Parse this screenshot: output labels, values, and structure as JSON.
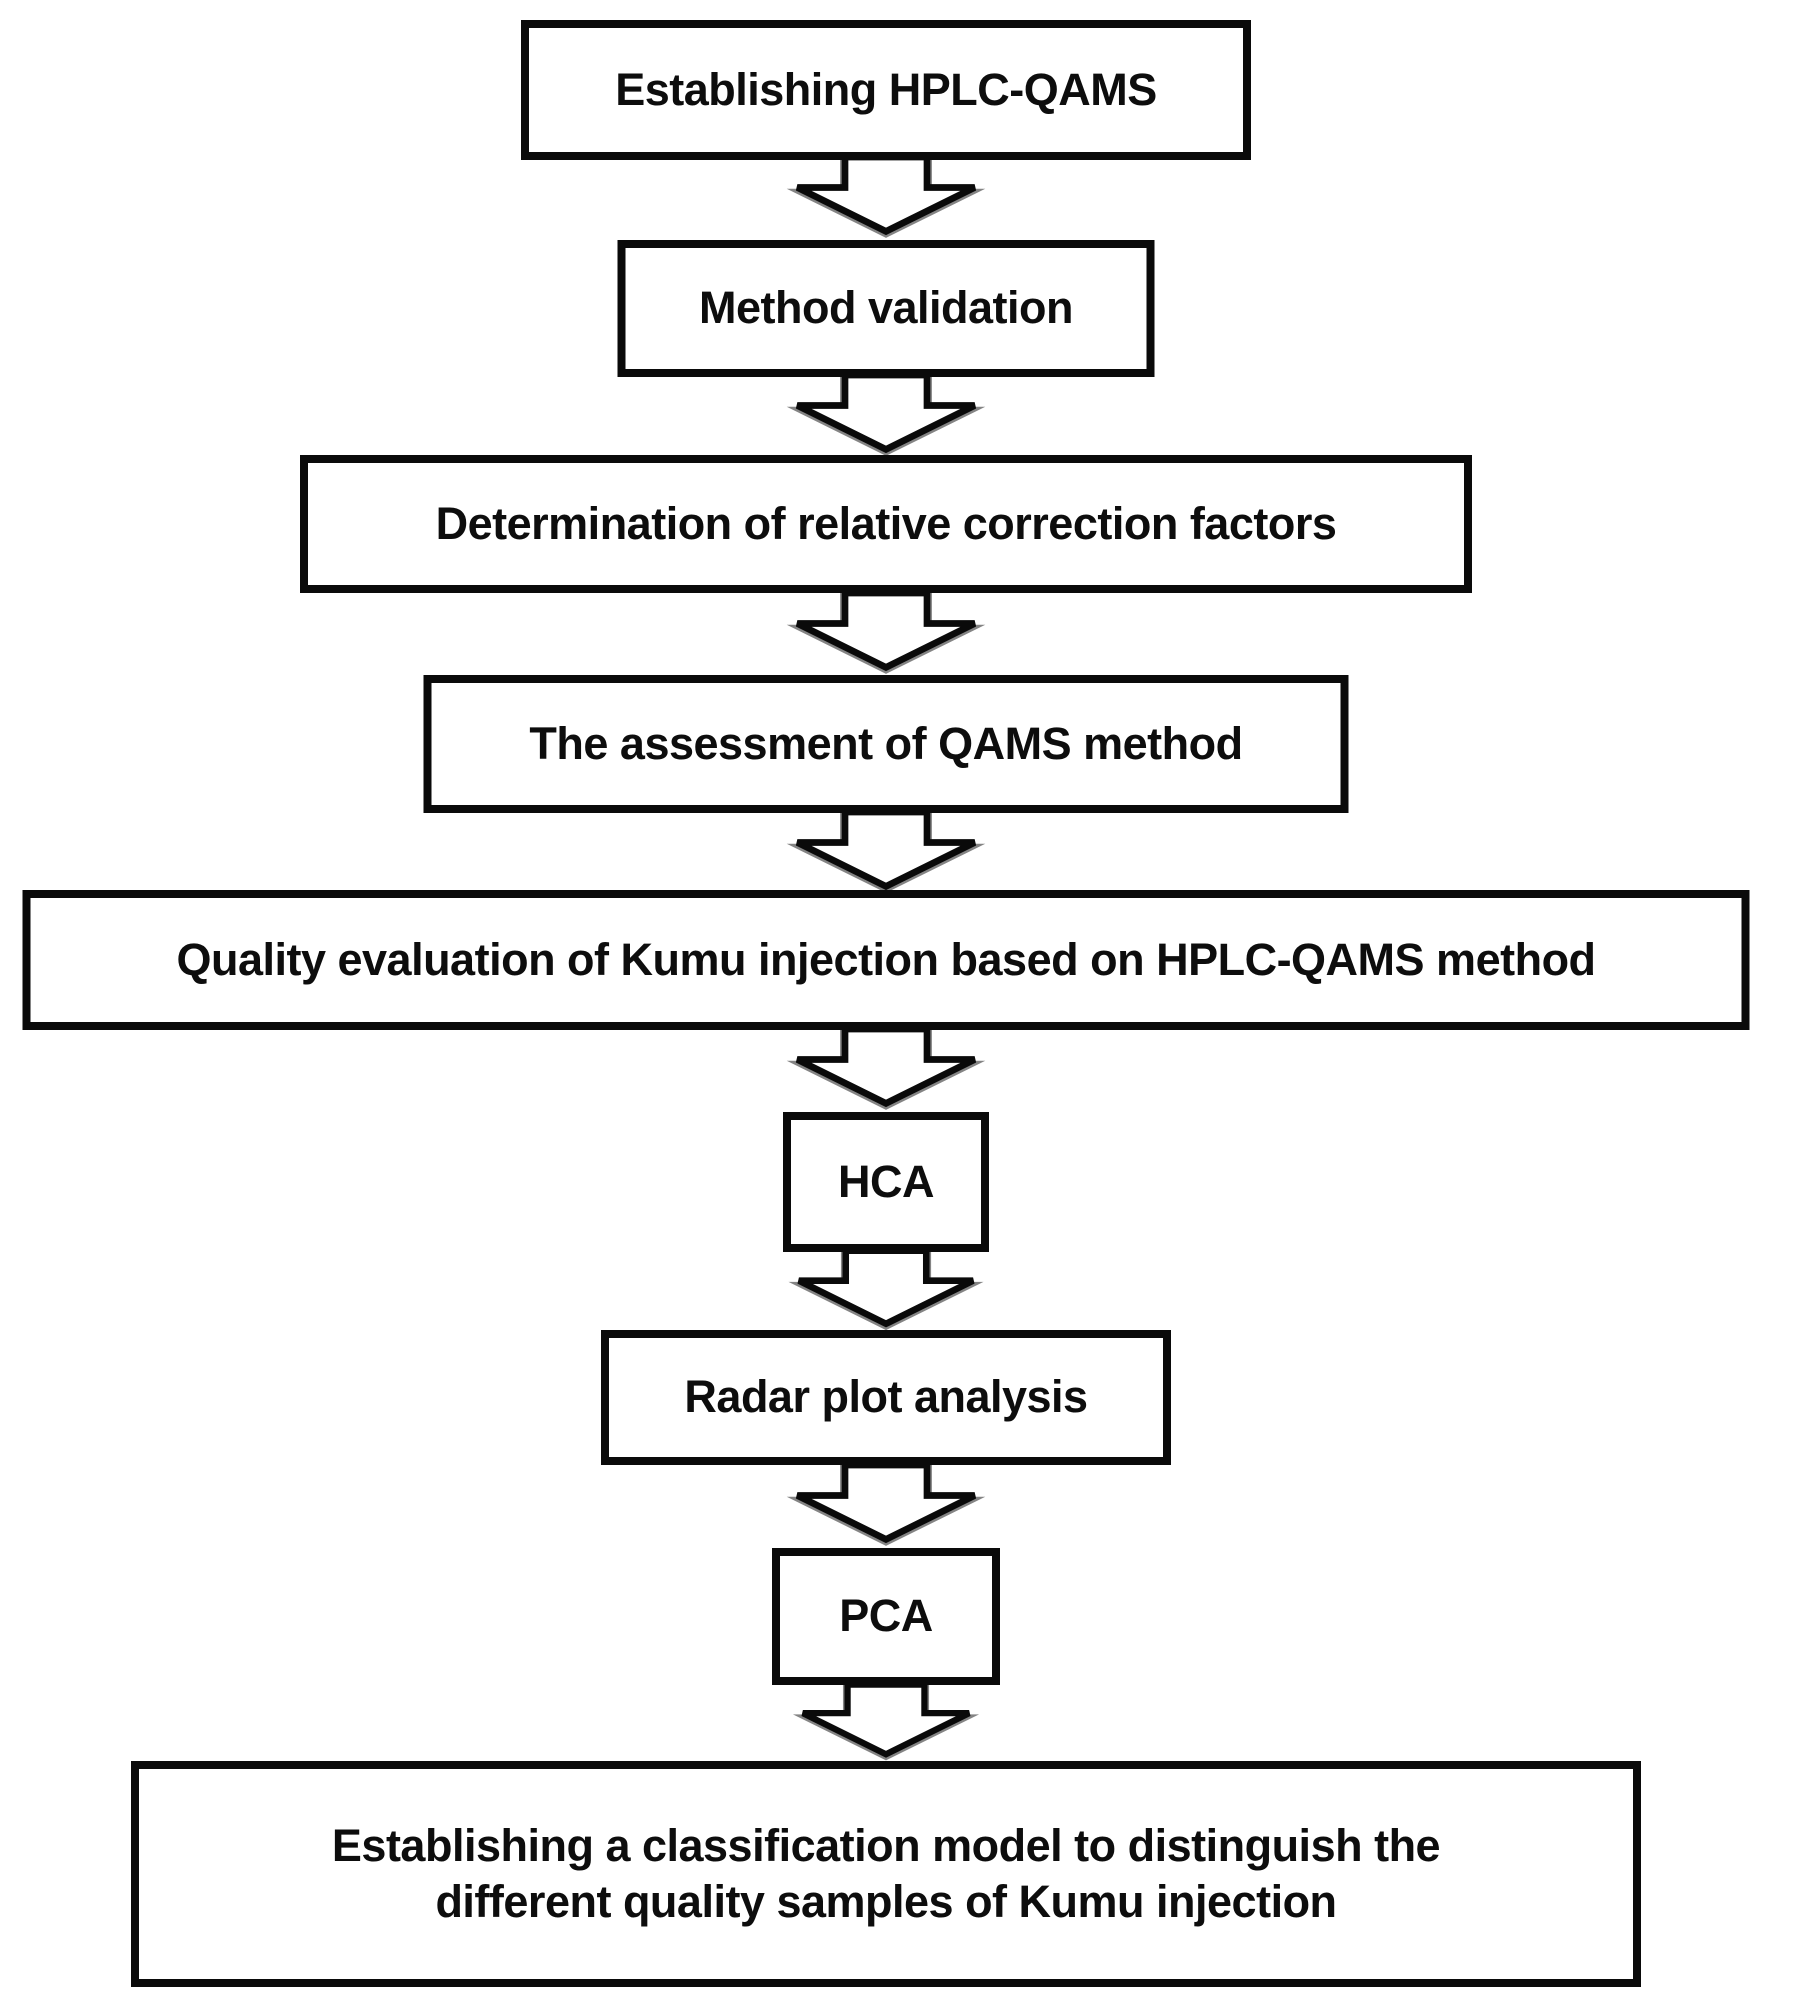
{
  "figure": {
    "type": "flowchart",
    "background_color": "#ffffff",
    "box_fill": "#ffffff",
    "box_border_color": "#0a0a0a",
    "text_color": "#0d0d0d",
    "arrow_fill": "#ffffff",
    "arrow_outline": "#0a0a0a",
    "arrow_shadow": "#848484"
  },
  "steps": [
    {
      "label": "Establishing HPLC-QAMS"
    },
    {
      "label": "Method validation"
    },
    {
      "label": "Determination of relative correction factors"
    },
    {
      "label": "The assessment of QAMS method"
    },
    {
      "label": "Quality evaluation of Kumu injection based on HPLC-QAMS method"
    },
    {
      "label": "HCA"
    },
    {
      "label": "Radar plot analysis"
    },
    {
      "label": "PCA"
    },
    {
      "label": "Establishing a classification model to distinguish the different quality samples of Kumu injection",
      "lines": [
        "Establishing a classification model to distinguish the",
        "different quality samples of Kumu injection"
      ]
    }
  ]
}
